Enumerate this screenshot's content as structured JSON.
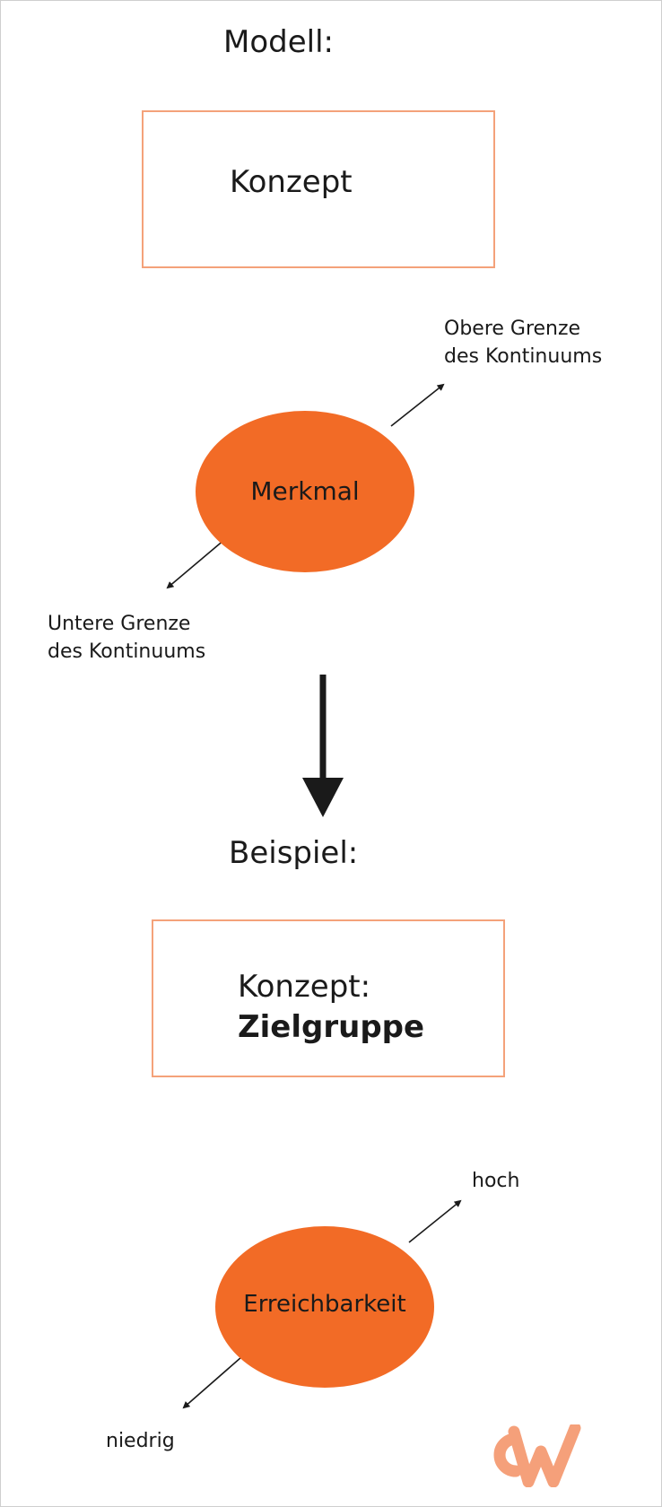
{
  "model": {
    "heading": "Modell:",
    "concept_label": "Konzept",
    "feature_label": "Merkmal",
    "upper_bound": {
      "line1": "Obere Grenze",
      "line2": "des Kontinuums"
    },
    "lower_bound": {
      "line1": "Untere Grenze",
      "line2": "des Kontinuums"
    }
  },
  "example": {
    "heading": "Beispiel:",
    "concept_prefix": "Konzept:",
    "concept_name": "Zielgruppe",
    "feature_label": "Erreichbarkeit",
    "upper_bound": "hoch",
    "lower_bound": "niedrig"
  },
  "logo": {
    "text": "cW",
    "icon": "cw-logo-icon"
  },
  "colors": {
    "accent": "#f26b26",
    "box_border": "#f4a27a",
    "logo": "#f5a07a",
    "arrow": "#1a1a1a"
  }
}
